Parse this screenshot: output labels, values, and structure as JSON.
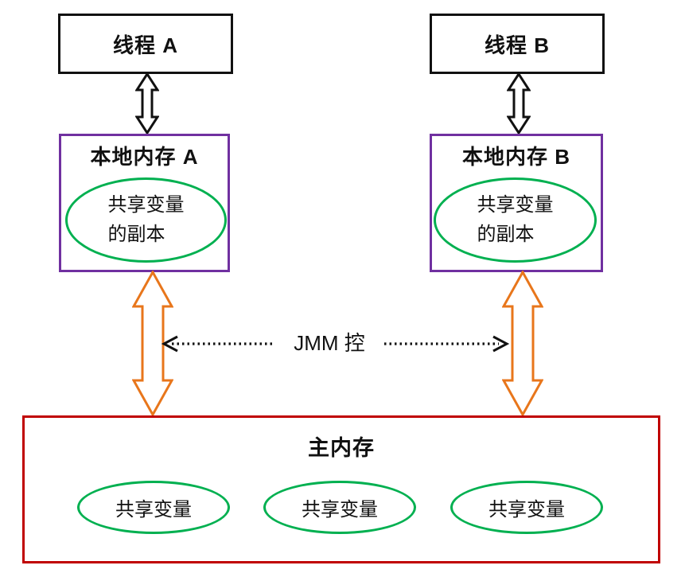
{
  "thread_a": {
    "label": "线程 A"
  },
  "thread_b": {
    "label": "线程 B"
  },
  "local_memory_a": {
    "title": "本地内存 A",
    "copy_lines": [
      "共享变量",
      "的副本"
    ]
  },
  "local_memory_b": {
    "title": "本地内存 B",
    "copy_lines": [
      "共享变量",
      "的副本"
    ]
  },
  "jmm": {
    "label": "JMM 控"
  },
  "main_memory": {
    "title": "主内存",
    "shared_variables": [
      "共享变量",
      "共享变量",
      "共享变量"
    ]
  },
  "colors": {
    "thread_border": "#111111",
    "local_memory_border": "#7030A0",
    "main_memory_border": "#C00000",
    "ellipse_green": "#00B050",
    "arrow_orange": "#E8761B",
    "arrow_black": "#111111"
  }
}
